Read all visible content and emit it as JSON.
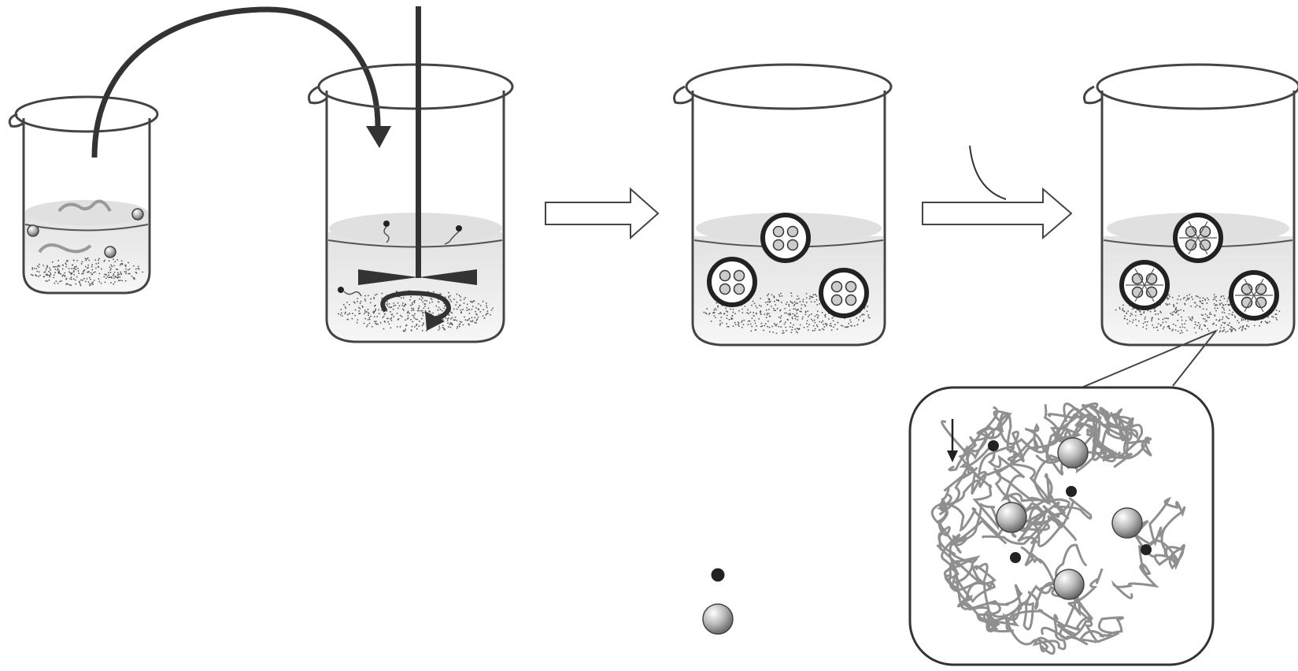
{
  "diagram": {
    "steps": [
      {
        "id": "solution",
        "icon": "small-beaker-with-polymer-and-particles"
      },
      {
        "id": "stirring",
        "icon": "beaker-with-stirrer"
      },
      {
        "id": "droplets",
        "icon": "beaker-with-droplets"
      },
      {
        "id": "crosslinked",
        "icon": "beaker-with-crosslinked-droplets"
      }
    ],
    "connectors": [
      {
        "id": "pour",
        "icon": "curved-arrow"
      },
      {
        "id": "emulsify",
        "icon": "right-arrow"
      },
      {
        "id": "crosslink",
        "icon": "right-arrow-with-curve"
      }
    ],
    "zoom": {
      "icon": "magnified-hydrogel-particle"
    },
    "legend": [
      {
        "id": "small-dot",
        "icon": "small-black-dot"
      },
      {
        "id": "large-sphere",
        "icon": "large-gray-sphere"
      }
    ],
    "colors": {
      "outline": "#333333",
      "liquid": "#ececec",
      "sediment": "#555555",
      "polymer": "#999999",
      "sphere": "#b8b8b8"
    }
  }
}
